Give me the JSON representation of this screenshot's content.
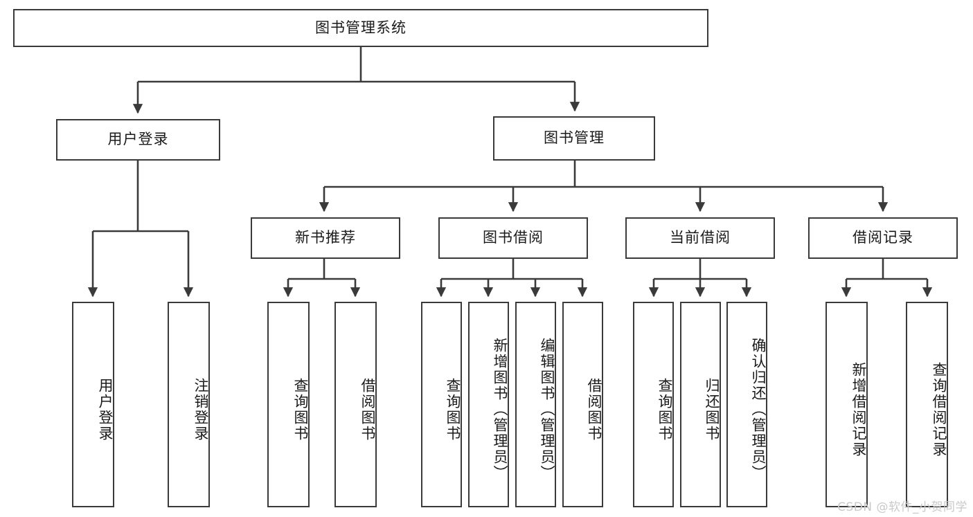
{
  "diagram": {
    "title": "图书管理系统",
    "type": "tree-hierarchy-chart",
    "root": {
      "id": "root",
      "label": "图书管理系统"
    },
    "level1": [
      {
        "id": "user-login",
        "label": "用户登录"
      },
      {
        "id": "book-manage",
        "label": "图书管理"
      }
    ],
    "level2": [
      {
        "id": "new-book-rec",
        "label": "新书推荐",
        "parent": "book-manage"
      },
      {
        "id": "book-borrow",
        "label": "图书借阅",
        "parent": "book-manage"
      },
      {
        "id": "current-borrow",
        "label": "当前借阅",
        "parent": "book-manage"
      },
      {
        "id": "borrow-record",
        "label": "借阅记录",
        "parent": "book-manage"
      }
    ],
    "leaves": [
      {
        "id": "leaf-user-login",
        "label": "用户登录",
        "parent": "user-login"
      },
      {
        "id": "leaf-logout",
        "label": "注销登录",
        "parent": "user-login"
      },
      {
        "id": "leaf-query-book-1",
        "label": "查询图书",
        "parent": "new-book-rec"
      },
      {
        "id": "leaf-borrow-book-1",
        "label": "借阅图书",
        "parent": "new-book-rec"
      },
      {
        "id": "leaf-query-book-2",
        "label": "查询图书",
        "parent": "book-borrow"
      },
      {
        "id": "leaf-add-book",
        "label": "新增图书（管理员）",
        "parent": "book-borrow"
      },
      {
        "id": "leaf-edit-book",
        "label": "编辑图书（管理员）",
        "parent": "book-borrow"
      },
      {
        "id": "leaf-borrow-book-2",
        "label": "借阅图书",
        "parent": "book-borrow"
      },
      {
        "id": "leaf-query-book-3",
        "label": "查询图书",
        "parent": "current-borrow"
      },
      {
        "id": "leaf-return-book",
        "label": "归还图书",
        "parent": "current-borrow"
      },
      {
        "id": "leaf-confirm-return",
        "label": "确认归还（管理员）",
        "parent": "current-borrow"
      },
      {
        "id": "leaf-add-record",
        "label": "新增借阅记录",
        "parent": "borrow-record"
      },
      {
        "id": "leaf-query-record",
        "label": "查询借阅记录",
        "parent": "borrow-record"
      }
    ],
    "colors": {
      "stroke": "#3a3a3a",
      "fill": "#ffffff",
      "text": "#1a1a1a",
      "watermark": "#c9c9c9"
    }
  },
  "watermark": {
    "text": "CSDN @软件_小贺同学"
  }
}
